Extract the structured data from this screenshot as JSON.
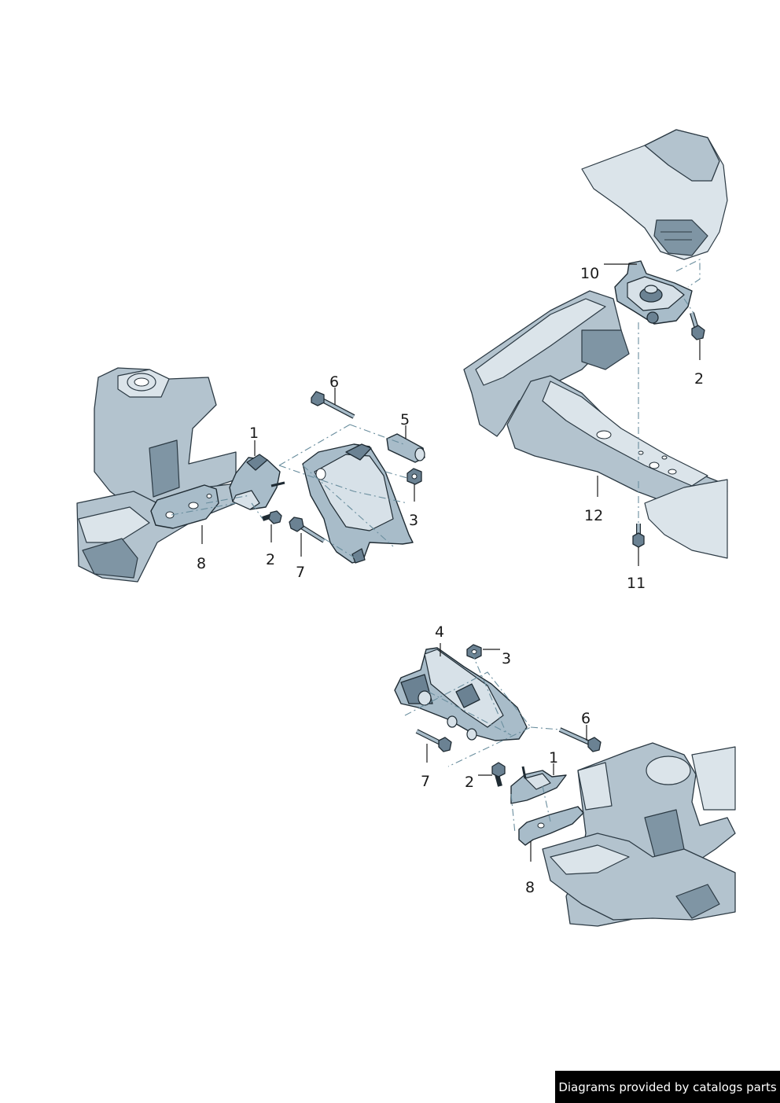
{
  "footer": {
    "credit": "Diagrams provided by catalogs parts"
  },
  "callouts": {
    "a_1": "1",
    "a_2": "2",
    "a_3": "3",
    "a_5": "5",
    "a_6": "6",
    "a_7": "7",
    "a_8": "8",
    "b_2": "2",
    "b_10": "10",
    "b_11": "11",
    "b_12": "12",
    "c_1": "1",
    "c_2": "2",
    "c_3": "3",
    "c_4": "4",
    "c_6": "6",
    "c_7": "7",
    "c_8": "8"
  },
  "colors": {
    "part_fill": "#a8bcc9",
    "body_fill": "#b3c3ce",
    "dash_line": "#6a8e9e",
    "footer_bg": "#000000"
  }
}
